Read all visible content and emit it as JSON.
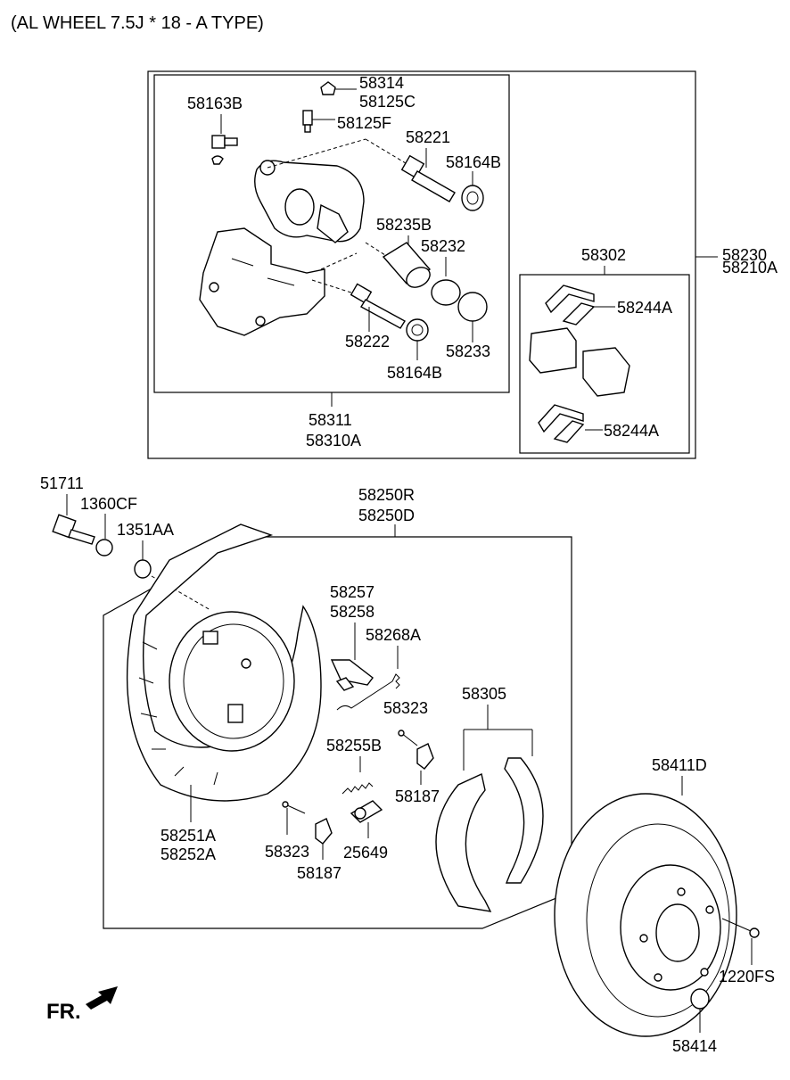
{
  "header": {
    "title": "(AL WHEEL 7.5J * 18 - A TYPE)"
  },
  "caliper_group": {
    "part_numbers": [
      "58230",
      "58210A"
    ],
    "caliper_assy": [
      "58311",
      "58310A"
    ],
    "items": [
      "58314",
      "58125C",
      "58163B",
      "58125F",
      "58221",
      "58164B",
      "58235B",
      "58232",
      "58222",
      "58233",
      "58164B"
    ]
  },
  "pad_kit": {
    "part_number": "58302",
    "clips": [
      "58244A",
      "58244A"
    ]
  },
  "mounting": {
    "items": [
      "51711",
      "1360CF",
      "1351AA"
    ]
  },
  "backing_plate": {
    "part_numbers": [
      "58250R",
      "58250D"
    ],
    "dust_cover": [
      "58251A",
      "58252A"
    ],
    "items": [
      "58257",
      "58258",
      "58268A",
      "58323",
      "58255B",
      "58187",
      "58323",
      "25649",
      "58187"
    ]
  },
  "shoe_set": {
    "part_number": "58305"
  },
  "disc": {
    "part_number": "58411D",
    "bolt": "1220FS",
    "plug": "58414"
  },
  "direction": {
    "label": "FR."
  }
}
